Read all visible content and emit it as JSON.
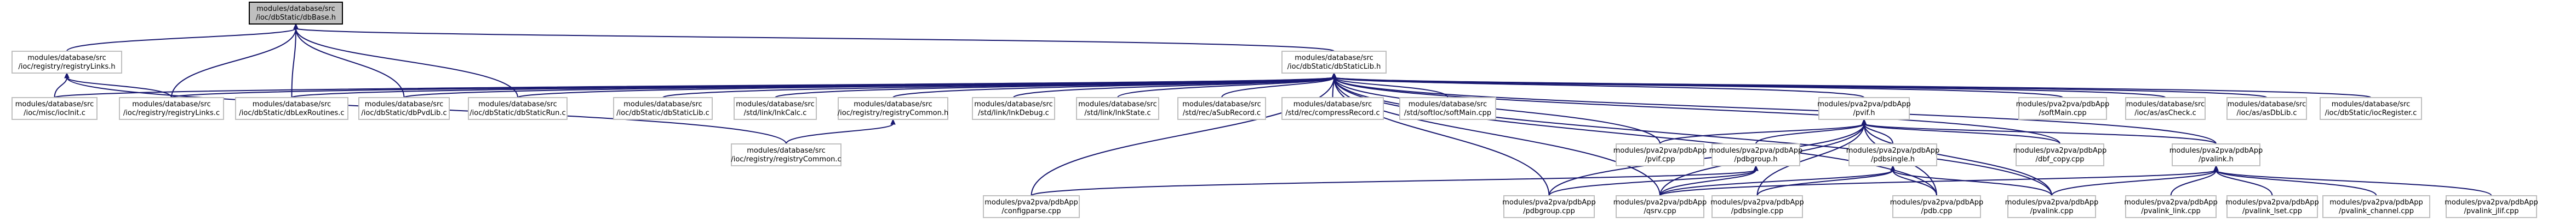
{
  "graph": {
    "title": "",
    "colors": {
      "edge": "#191970",
      "node_border": "#bfbfbf",
      "root_fill": "#bfbfbf",
      "root_border": "#000000",
      "background": "#ffffff"
    },
    "nodes": [
      {
        "id": "dbBase",
        "lines": [
          "modules/database/src",
          "/ioc/dbStatic/dbBase.h"
        ],
        "root": true
      },
      {
        "id": "registryLinks_h",
        "lines": [
          "modules/database/src",
          "/ioc/registry/registryLinks.h"
        ]
      },
      {
        "id": "dbStaticLib_h",
        "lines": [
          "modules/database/src",
          "/ioc/dbStatic/dbStaticLib.h"
        ]
      },
      {
        "id": "iocInit_c",
        "lines": [
          "modules/database/src",
          "/ioc/misc/iocInit.c"
        ]
      },
      {
        "id": "registryLinks_c",
        "lines": [
          "modules/database/src",
          "/ioc/registry/registryLinks.c"
        ]
      },
      {
        "id": "dbLexRoutines_c",
        "lines": [
          "modules/database/src",
          "/ioc/dbStatic/dbLexRoutines.c"
        ]
      },
      {
        "id": "dbPvdLib_c",
        "lines": [
          "modules/database/src",
          "/ioc/dbStatic/dbPvdLib.c"
        ]
      },
      {
        "id": "dbStaticRun_c",
        "lines": [
          "modules/database/src",
          "/ioc/dbStatic/dbStaticRun.c"
        ]
      },
      {
        "id": "dbStaticLib_c",
        "lines": [
          "modules/database/src",
          "/ioc/dbStatic/dbStaticLib.c"
        ]
      },
      {
        "id": "lnkCalc_c",
        "lines": [
          "modules/database/src",
          "/std/link/lnkCalc.c"
        ]
      },
      {
        "id": "registryCommon_h",
        "lines": [
          "modules/database/src",
          "/ioc/registry/registryCommon.h"
        ]
      },
      {
        "id": "registryCommon_c",
        "lines": [
          "modules/database/src",
          "/ioc/registry/registryCommon.c"
        ]
      },
      {
        "id": "lnkDebug_c",
        "lines": [
          "modules/database/src",
          "/std/link/lnkDebug.c"
        ]
      },
      {
        "id": "lnkState_c",
        "lines": [
          "modules/database/src",
          "/std/link/lnkState.c"
        ]
      },
      {
        "id": "aSubRecord_c",
        "lines": [
          "modules/database/src",
          "/std/rec/aSubRecord.c"
        ]
      },
      {
        "id": "compressRecord_c",
        "lines": [
          "modules/database/src",
          "/std/rec/compressRecord.c"
        ]
      },
      {
        "id": "softMain_cpp_db",
        "lines": [
          "modules/database/src",
          "/std/softIoc/softMain.cpp"
        ]
      },
      {
        "id": "pvif_h",
        "lines": [
          "modules/pva2pva/pdbApp",
          "/pvif.h"
        ]
      },
      {
        "id": "softMain_cpp_pva",
        "lines": [
          "modules/pva2pva/pdbApp",
          "/softMain.cpp"
        ]
      },
      {
        "id": "asCheck_c",
        "lines": [
          "modules/database/src",
          "/ioc/as/asCheck.c"
        ]
      },
      {
        "id": "dbLib_c",
        "lines": [
          "modules/database/src",
          "/ioc/as/asDbLib.c"
        ]
      },
      {
        "id": "iocRegister_c",
        "lines": [
          "modules/database/src",
          "/ioc/dbStatic/iocRegister.c"
        ]
      },
      {
        "id": "pvif_cpp",
        "lines": [
          "modules/pva2pva/pdbApp",
          "/pvif.cpp"
        ]
      },
      {
        "id": "pdbgroup_h",
        "lines": [
          "modules/pva2pva/pdbApp",
          "/pdbgroup.h"
        ]
      },
      {
        "id": "pdbsingle_h",
        "lines": [
          "modules/pva2pva/pdbApp",
          "/pdbsingle.h"
        ]
      },
      {
        "id": "dbf_copy_cpp",
        "lines": [
          "modules/pva2pva/pdbApp",
          "/dbf_copy.cpp"
        ]
      },
      {
        "id": "pvalink_h",
        "lines": [
          "modules/pva2pva/pdbApp",
          "/pvalink.h"
        ]
      },
      {
        "id": "configparse_cpp",
        "lines": [
          "modules/pva2pva/pdbApp",
          "/configparse.cpp"
        ]
      },
      {
        "id": "pdbgroup_cpp",
        "lines": [
          "modules/pva2pva/pdbApp",
          "/pdbgroup.cpp"
        ]
      },
      {
        "id": "qsrv_cpp",
        "lines": [
          "modules/pva2pva/pdbApp",
          "/qsrv.cpp"
        ]
      },
      {
        "id": "pdbsingle_cpp",
        "lines": [
          "modules/pva2pva/pdbApp",
          "/pdbsingle.cpp"
        ]
      },
      {
        "id": "pdb_cpp",
        "lines": [
          "modules/pva2pva/pdbApp",
          "/pdb.cpp"
        ]
      },
      {
        "id": "pvalink_cpp",
        "lines": [
          "modules/pva2pva/pdbApp",
          "/pvalink.cpp"
        ]
      },
      {
        "id": "pvalink_link_cpp",
        "lines": [
          "modules/pva2pva/pdbApp",
          "/pvalink_link.cpp"
        ]
      },
      {
        "id": "pvalink_lset_cpp",
        "lines": [
          "modules/pva2pva/pdbApp",
          "/pvalink_lset.cpp"
        ]
      },
      {
        "id": "pvalink_channel_cpp",
        "lines": [
          "modules/pva2pva/pdbApp",
          "/pvalink_channel.cpp"
        ]
      },
      {
        "id": "pvalink_jlif_cpp",
        "lines": [
          "modules/pva2pva/pdbApp",
          "/pvalink_jlif.cpp"
        ]
      }
    ],
    "edges": [
      [
        "dbBase",
        "registryLinks_h"
      ],
      [
        "dbBase",
        "dbStaticLib_h"
      ],
      [
        "dbBase",
        "dbLexRoutines_c"
      ],
      [
        "dbBase",
        "dbPvdLib_c"
      ],
      [
        "dbBase",
        "dbStaticRun_c"
      ],
      [
        "dbBase",
        "registryLinks_c"
      ],
      [
        "registryLinks_h",
        "iocInit_c"
      ],
      [
        "registryLinks_h",
        "registryLinks_c"
      ],
      [
        "registryLinks_h",
        "registryCommon_c"
      ],
      [
        "dbStaticLib_h",
        "iocInit_c"
      ],
      [
        "dbStaticLib_h",
        "registryLinks_c"
      ],
      [
        "dbStaticLib_h",
        "dbLexRoutines_c"
      ],
      [
        "dbStaticLib_h",
        "dbPvdLib_c"
      ],
      [
        "dbStaticLib_h",
        "dbStaticRun_c"
      ],
      [
        "dbStaticLib_h",
        "dbStaticLib_c"
      ],
      [
        "dbStaticLib_h",
        "lnkCalc_c"
      ],
      [
        "dbStaticLib_h",
        "registryCommon_h"
      ],
      [
        "dbStaticLib_h",
        "lnkDebug_c"
      ],
      [
        "dbStaticLib_h",
        "lnkState_c"
      ],
      [
        "dbStaticLib_h",
        "aSubRecord_c"
      ],
      [
        "dbStaticLib_h",
        "compressRecord_c"
      ],
      [
        "dbStaticLib_h",
        "softMain_cpp_db"
      ],
      [
        "dbStaticLib_h",
        "pvif_h"
      ],
      [
        "dbStaticLib_h",
        "softMain_cpp_pva"
      ],
      [
        "dbStaticLib_h",
        "asCheck_c"
      ],
      [
        "dbStaticLib_h",
        "dbLib_c"
      ],
      [
        "dbStaticLib_h",
        "iocRegister_c"
      ],
      [
        "dbStaticLib_h",
        "pvif_cpp"
      ],
      [
        "dbStaticLib_h",
        "dbf_copy_cpp"
      ],
      [
        "dbStaticLib_h",
        "pvalink_h"
      ],
      [
        "dbStaticLib_h",
        "configparse_cpp"
      ],
      [
        "dbStaticLib_h",
        "pdbgroup_cpp"
      ],
      [
        "dbStaticLib_h",
        "qsrv_cpp"
      ],
      [
        "dbStaticLib_h",
        "pdb_cpp"
      ],
      [
        "dbStaticLib_h",
        "pvalink_cpp"
      ],
      [
        "registryCommon_h",
        "registryCommon_c"
      ],
      [
        "pvif_h",
        "pvif_cpp"
      ],
      [
        "pvif_h",
        "pdbgroup_h"
      ],
      [
        "pvif_h",
        "pdbsingle_h"
      ],
      [
        "pvif_h",
        "dbf_copy_cpp"
      ],
      [
        "pvif_h",
        "pvalink_h"
      ],
      [
        "pvif_h",
        "qsrv_cpp"
      ],
      [
        "pvif_h",
        "pdb_cpp"
      ],
      [
        "pvif_h",
        "pvalink_cpp"
      ],
      [
        "pvif_h",
        "pdbsingle_cpp"
      ],
      [
        "pvif_h",
        "pdbgroup_cpp"
      ],
      [
        "pdbgroup_h",
        "configparse_cpp"
      ],
      [
        "pdbgroup_h",
        "pdbgroup_cpp"
      ],
      [
        "pdbgroup_h",
        "qsrv_cpp"
      ],
      [
        "pdbsingle_h",
        "pdbsingle_cpp"
      ],
      [
        "pdbsingle_h",
        "qsrv_cpp"
      ],
      [
        "pdbsingle_h",
        "pdb_cpp"
      ],
      [
        "pdbsingle_h",
        "pvalink_cpp"
      ],
      [
        "pvalink_h",
        "qsrv_cpp"
      ],
      [
        "pvalink_h",
        "pvalink_cpp"
      ],
      [
        "pvalink_h",
        "pvalink_link_cpp"
      ],
      [
        "pvalink_h",
        "pvalink_lset_cpp"
      ],
      [
        "pvalink_h",
        "pvalink_channel_cpp"
      ],
      [
        "pvalink_h",
        "pvalink_jlif_cpp"
      ]
    ]
  }
}
